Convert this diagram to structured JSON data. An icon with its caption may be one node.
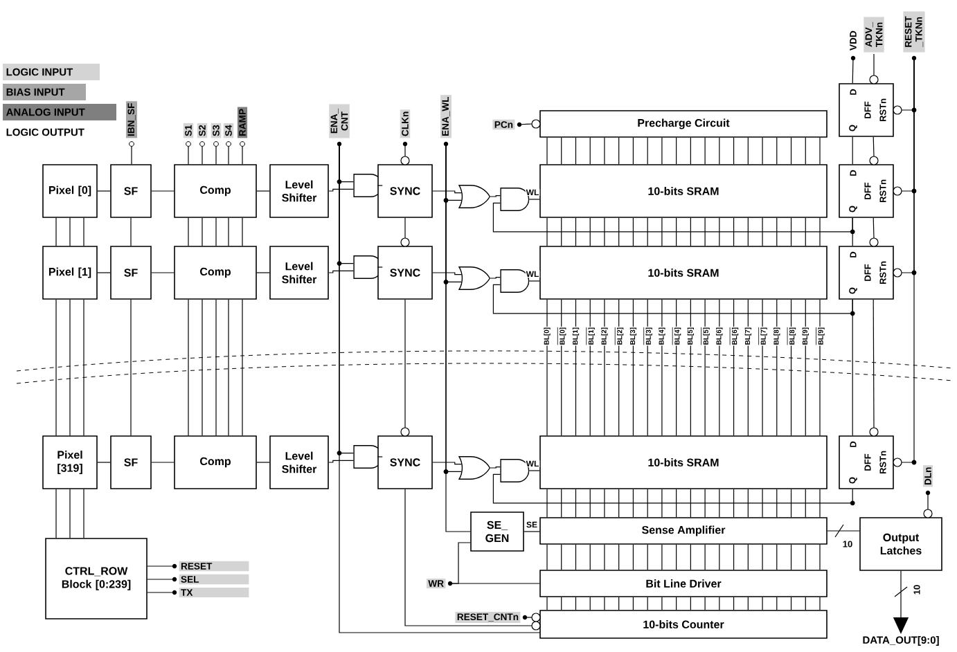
{
  "diagram": {
    "nodes": [
      {
        "text": [
          "IBN_SF"
        ]
      },
      {
        "text": [
          "S1"
        ]
      },
      {
        "text": [
          "S2"
        ]
      },
      {
        "text": [
          "S3"
        ]
      },
      {
        "text": [
          "S4"
        ]
      },
      {
        "text": [
          "RAMP"
        ]
      },
      {
        "text": [
          "ENA_ CNT"
        ]
      },
      {
        "text": [
          "CLKn"
        ]
      },
      {
        "text": [
          "ENA_WL"
        ]
      },
      {
        "text": [
          "VDD"
        ]
      },
      {
        "text": [
          "ADV_ TKNn"
        ]
      },
      {
        "text": [
          "RESET _TKNn"
        ]
      },
      {
        "text": [
          "PCn"
        ]
      },
      {
        "text": [
          "Precharge Circuit"
        ]
      },
      {
        "text": [
          "D",
          "Q",
          "DFF",
          "RSTn"
        ]
      },
      {
        "text": [
          "Pixel [0]"
        ]
      },
      {
        "text": [
          "SF"
        ]
      },
      {
        "text": [
          "Comp"
        ]
      },
      {
        "text": [
          "Level Shifter"
        ]
      },
      {
        "text": [],
        "shape": "gate"
      },
      {
        "text": [
          "SYNC"
        ]
      },
      {
        "text": [],
        "shape": "gate"
      },
      {
        "text": [],
        "shape": "gate"
      },
      {
        "text": [
          "10-bits SRAM"
        ]
      },
      {
        "text": [
          "D",
          "Q",
          "DFF",
          "RSTn"
        ]
      },
      {
        "text": [
          "Pixel [1]"
        ]
      },
      {
        "text": [
          "SF"
        ]
      },
      {
        "text": [
          "Comp"
        ]
      },
      {
        "text": [
          "Level Shifter"
        ]
      },
      {
        "text": [],
        "shape": "gate"
      },
      {
        "text": [
          "SYNC"
        ]
      },
      {
        "text": [],
        "shape": "gate"
      },
      {
        "text": [],
        "shape": "gate"
      },
      {
        "text": [
          "10-bits SRAM"
        ]
      },
      {
        "text": [
          "D",
          "Q",
          "DFF",
          "RSTn"
        ]
      },
      {
        "text": [
          "Pixel [319]"
        ]
      },
      {
        "text": [
          "SF"
        ]
      },
      {
        "text": [
          "Comp"
        ]
      },
      {
        "text": [
          "Level Shifter"
        ]
      },
      {
        "text": [],
        "shape": "gate"
      },
      {
        "text": [
          "SYNC"
        ]
      },
      {
        "text": [],
        "shape": "gate"
      },
      {
        "text": [],
        "shape": "gate"
      },
      {
        "text": [
          "10-bits SRAM"
        ]
      },
      {
        "text": [
          "D",
          "Q",
          "DFF",
          "RSTn"
        ]
      },
      {
        "text": [
          "DLn"
        ]
      },
      {
        "text": [
          "SE_ GEN"
        ]
      },
      {
        "text": [
          "Sense Amplifier"
        ]
      },
      {
        "text": [
          "Output Latches"
        ]
      },
      {
        "text": [
          "CTRL_ROW Block [0:239]"
        ]
      },
      {
        "text": [
          "RESET"
        ]
      },
      {
        "text": [
          "SEL"
        ]
      },
      {
        "text": [
          "TX"
        ]
      },
      {
        "text": [
          "WR"
        ]
      },
      {
        "text": [
          "Bit Line Driver"
        ]
      },
      {
        "text": [
          "RESET_CNTn"
        ]
      },
      {
        "text": [
          "10-bits Counter"
        ]
      },
      {
        "text": [
          "DATA_OUT[9:0]"
        ]
      }
    ],
    "edges": [
      {
        "from": 0,
        "to": 16,
        "arrow": "none"
      },
      {
        "from": 16,
        "to": 26,
        "arrow": "none"
      },
      {
        "from": 26,
        "to": 36,
        "arrow": "none"
      },
      {
        "from": 1,
        "to": 17,
        "arrow": "none"
      },
      {
        "from": 2,
        "to": 17,
        "arrow": "none"
      },
      {
        "from": 3,
        "to": 17,
        "arrow": "none"
      },
      {
        "from": 4,
        "to": 17,
        "arrow": "none"
      },
      {
        "from": 5,
        "to": 17,
        "arrow": "none"
      },
      {
        "from": 17,
        "to": 27,
        "arrow": "none"
      },
      {
        "from": 27,
        "to": 37,
        "arrow": "none"
      },
      {
        "from": 15,
        "to": 25,
        "arrow": "none"
      },
      {
        "from": 25,
        "to": 35,
        "arrow": "none"
      },
      {
        "from": 35,
        "to": 49,
        "arrow": "none"
      },
      {
        "from": 15,
        "to": 16,
        "arrow": "none"
      },
      {
        "from": 16,
        "to": 17,
        "arrow": "none"
      },
      {
        "from": 17,
        "to": 18,
        "arrow": "none"
      },
      {
        "from": 18,
        "to": 19,
        "arrow": "none"
      },
      {
        "from": 19,
        "to": 20,
        "arrow": "none"
      },
      {
        "from": 20,
        "to": 21,
        "arrow": "none"
      },
      {
        "from": 21,
        "to": 22,
        "arrow": "none"
      },
      {
        "from": 22,
        "to": 23,
        "arrow": "none"
      },
      {
        "from": 25,
        "to": 26,
        "arrow": "none"
      },
      {
        "from": 26,
        "to": 27,
        "arrow": "none"
      },
      {
        "from": 27,
        "to": 28,
        "arrow": "none"
      },
      {
        "from": 28,
        "to": 29,
        "arrow": "none"
      },
      {
        "from": 29,
        "to": 30,
        "arrow": "none"
      },
      {
        "from": 30,
        "to": 31,
        "arrow": "none"
      },
      {
        "from": 31,
        "to": 32,
        "arrow": "none"
      },
      {
        "from": 32,
        "to": 33,
        "arrow": "none"
      },
      {
        "from": 35,
        "to": 36,
        "arrow": "none"
      },
      {
        "from": 36,
        "to": 37,
        "arrow": "none"
      },
      {
        "from": 37,
        "to": 38,
        "arrow": "none"
      },
      {
        "from": 38,
        "to": 39,
        "arrow": "none"
      },
      {
        "from": 39,
        "to": 40,
        "arrow": "none"
      },
      {
        "from": 40,
        "to": 41,
        "arrow": "none"
      },
      {
        "from": 41,
        "to": 42,
        "arrow": "none"
      },
      {
        "from": 42,
        "to": 43,
        "arrow": "none"
      },
      {
        "from": 6,
        "to": 19,
        "arrow": "none"
      },
      {
        "from": 6,
        "to": 29,
        "arrow": "none"
      },
      {
        "from": 6,
        "to": 39,
        "arrow": "none"
      },
      {
        "from": 6,
        "to": 56,
        "arrow": "none"
      },
      {
        "from": 7,
        "to": 20,
        "arrow": "none"
      },
      {
        "from": 20,
        "to": 30,
        "arrow": "none"
      },
      {
        "from": 30,
        "to": 40,
        "arrow": "none"
      },
      {
        "from": 40,
        "to": 56,
        "arrow": "none"
      },
      {
        "from": 8,
        "to": 21,
        "arrow": "none"
      },
      {
        "from": 8,
        "to": 31,
        "arrow": "none"
      },
      {
        "from": 8,
        "to": 41,
        "arrow": "none"
      },
      {
        "from": 8,
        "to": 46,
        "arrow": "none"
      },
      {
        "from": 24,
        "to": 22,
        "arrow": "none"
      },
      {
        "from": 34,
        "to": 32,
        "arrow": "none"
      },
      {
        "from": 44,
        "to": 42,
        "arrow": "none"
      },
      {
        "from": 9,
        "to": 14,
        "arrow": "none"
      },
      {
        "from": 14,
        "to": 24,
        "arrow": "none"
      },
      {
        "from": 24,
        "to": 34,
        "arrow": "none"
      },
      {
        "from": 34,
        "to": 44,
        "arrow": "none"
      },
      {
        "from": 10,
        "to": 14,
        "arrow": "none"
      },
      {
        "from": 14,
        "to": 24,
        "arrow": "none"
      },
      {
        "from": 24,
        "to": 34,
        "arrow": "none"
      },
      {
        "from": 34,
        "to": 44,
        "arrow": "none"
      },
      {
        "from": 11,
        "to": 14,
        "arrow": "none"
      },
      {
        "from": 11,
        "to": 24,
        "arrow": "none"
      },
      {
        "from": 11,
        "to": 34,
        "arrow": "none"
      },
      {
        "from": 11,
        "to": 44,
        "arrow": "none"
      },
      {
        "from": 12,
        "to": 13,
        "arrow": "none"
      },
      {
        "from": 13,
        "to": 23,
        "arrow": "none"
      },
      {
        "from": 23,
        "to": 33,
        "arrow": "none"
      },
      {
        "from": 33,
        "to": 43,
        "arrow": "none"
      },
      {
        "from": 43,
        "to": 47,
        "arrow": "none"
      },
      {
        "from": 47,
        "to": 54,
        "arrow": "none"
      },
      {
        "from": 54,
        "to": 56,
        "arrow": "none"
      },
      {
        "from": 46,
        "to": 47,
        "arrow": "none"
      },
      {
        "from": 53,
        "to": 54,
        "arrow": "none"
      },
      {
        "from": 53,
        "to": 46,
        "arrow": "none"
      },
      {
        "from": 55,
        "to": 56,
        "arrow": "none"
      },
      {
        "from": 47,
        "to": 48,
        "arrow": "none",
        "label": "10"
      },
      {
        "from": 48,
        "to": 57,
        "arrow": "to",
        "label": "10"
      },
      {
        "from": 45,
        "to": 48,
        "arrow": "none"
      },
      {
        "from": 49,
        "to": 50,
        "arrow": "none"
      },
      {
        "from": 49,
        "to": 51,
        "arrow": "none"
      },
      {
        "from": 49,
        "to": 52,
        "arrow": "none"
      }
    ],
    "labels": [
      "WL",
      "WL",
      "WL",
      "SE",
      "BL[0]",
      "BL[0]",
      "BL[1]",
      "BL[1]",
      "BL[2]",
      "BL[2]",
      "BL[3]",
      "BL[3]",
      "BL[4]",
      "BL[4]",
      "BL[5]",
      "BL[5]",
      "BL[6]",
      "BL[6]",
      "BL[7]",
      "BL[7]",
      "BL[8]",
      "BL[8]",
      "BL[9]",
      "BL[9]"
    ],
    "legend": [
      {
        "text": "LOGIC INPUT",
        "color": "#d4d4d4"
      },
      {
        "text": "BIAS INPUT",
        "color": "#a6a6a6"
      },
      {
        "text": "ANALOG INPUT",
        "color": "#7f7f7f"
      },
      {
        "text": "LOGIC OUTPUT"
      }
    ]
  }
}
